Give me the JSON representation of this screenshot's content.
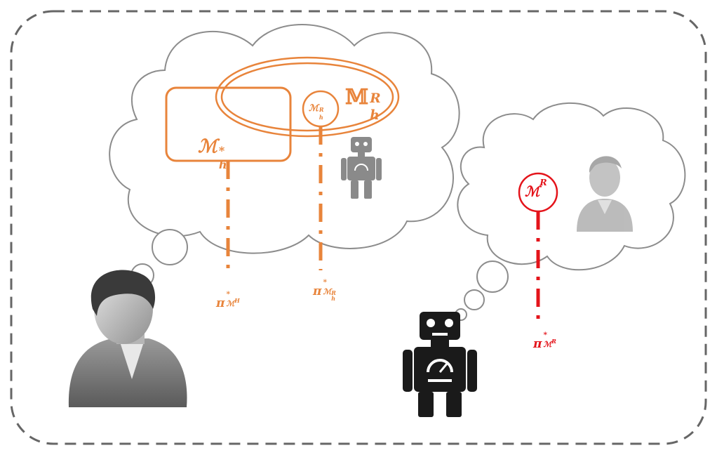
{
  "colors": {
    "border": "#666666",
    "cloud_stroke": "#8c8c8c",
    "human_model": "#e8843b",
    "robot_model": "#e4141b",
    "robot_dark": "#1a1a1a",
    "robot_gray": "#8a8a8a",
    "person_gray": "#7a7a7a"
  },
  "labels": {
    "human_model_base": "ℳ",
    "human_model_sub": "h",
    "human_model_sup": "*",
    "model_set_base": "𝕄",
    "model_set_sub": "h",
    "model_set_sup": "R",
    "robot_model_in_human_base": "ℳ",
    "robot_model_in_human_sub": "h",
    "robot_model_in_human_sup": "R",
    "policy_human_base": "π",
    "policy_human_sup": "*",
    "policy_human_sub": "ℳ",
    "policy_human_subsup": "H",
    "policy_robot_in_human_base": "π",
    "policy_robot_in_human_sup": "*",
    "policy_robot_in_human_sub": "ℳ",
    "policy_robot_in_human_subsub": "h",
    "policy_robot_in_human_subsup": "R",
    "robot_model_base": "ℳ",
    "robot_model_sup": "R",
    "policy_robot_base": "π",
    "policy_robot_sup": "*",
    "policy_robot_sub": "ℳ",
    "policy_robot_subsup": "R"
  },
  "icons": [
    "human-avatar-icon",
    "robot-icon",
    "small-robot-icon",
    "small-human-icon"
  ]
}
